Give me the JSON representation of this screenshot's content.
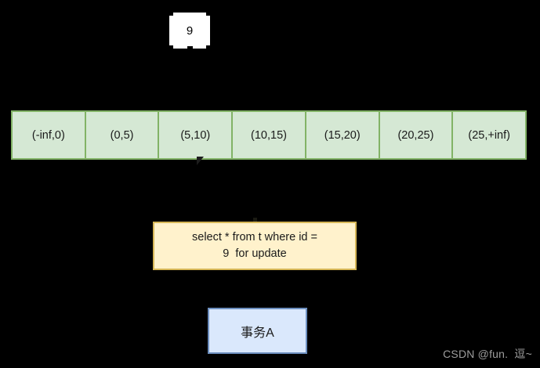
{
  "diagram": {
    "background_color": "#000000",
    "title_value_box": {
      "label": "9",
      "fill": "#ffffff",
      "text_color": "#000000"
    },
    "gap_row": {
      "fill": "#d5e8d4",
      "border": "#82b366",
      "cells": [
        {
          "label": "(-inf,0)"
        },
        {
          "label": "(0,5)"
        },
        {
          "label": "(5,10)"
        },
        {
          "label": "(10,15)"
        },
        {
          "label": "(15,20)"
        },
        {
          "label": "(20,25)"
        },
        {
          "label": "(25,+inf)"
        }
      ]
    },
    "sql_box": {
      "line1": "select * from t where id =",
      "line2": "9  for update",
      "fill": "#fff2cc",
      "border": "#d6b656"
    },
    "transaction_box": {
      "label": "事务A",
      "fill": "#dae8fc",
      "border": "#6c8ebf"
    },
    "watermark": {
      "text": "CSDN @fun.  逗~",
      "color": "#9d9d9d"
    }
  }
}
